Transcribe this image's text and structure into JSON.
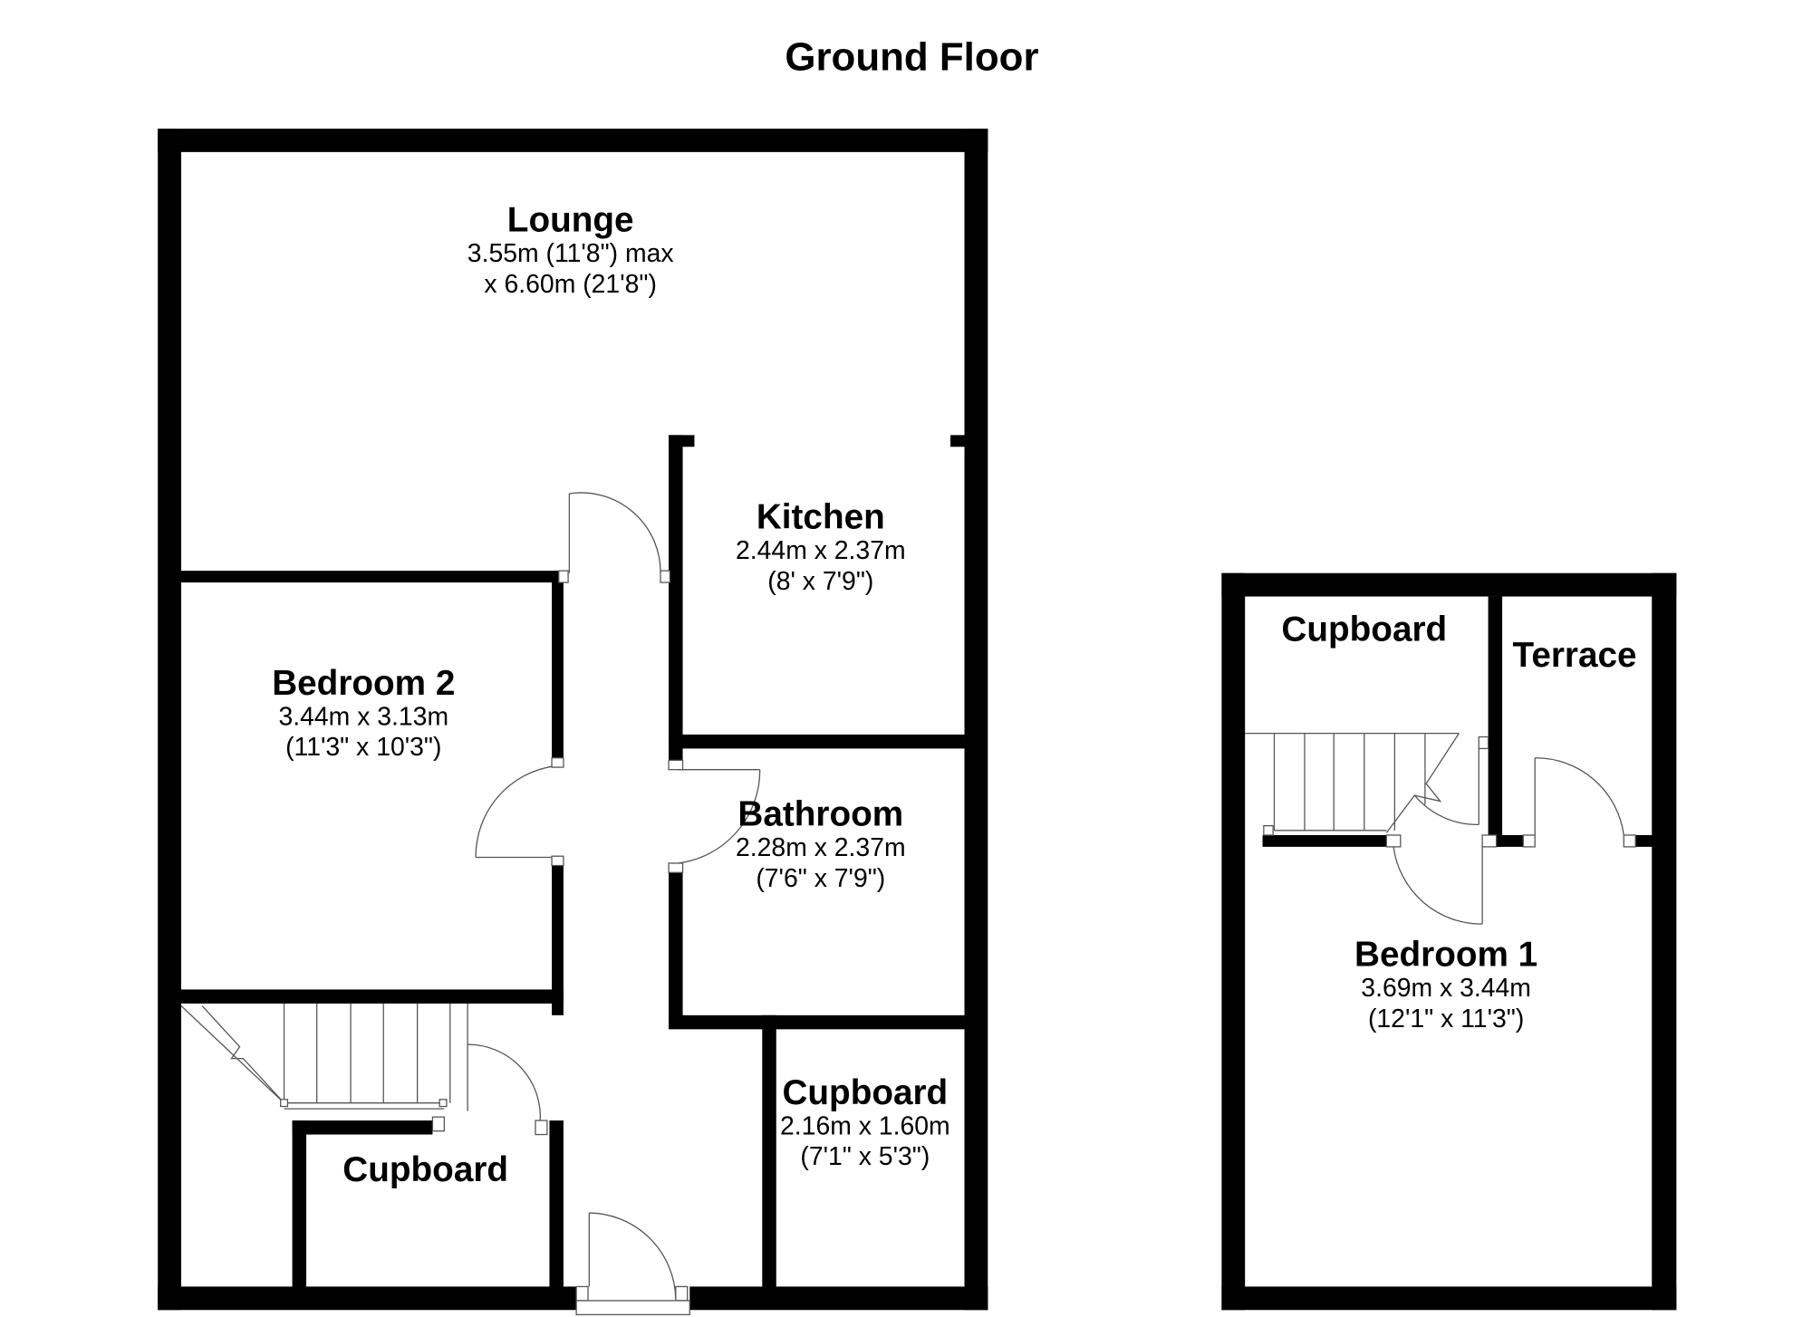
{
  "title": "Ground Floor",
  "rooms": {
    "lounge": {
      "name": "Lounge",
      "dim1": "3.55m (11'8\") max",
      "dim2": "x 6.60m (21'8\")"
    },
    "kitchen": {
      "name": "Kitchen",
      "dim1": "2.44m x 2.37m",
      "dim2": "(8' x 7'9\")"
    },
    "bedroom2": {
      "name": "Bedroom 2",
      "dim1": "3.44m x 3.13m",
      "dim2": "(11'3\" x 10'3\")"
    },
    "bathroom": {
      "name": "Bathroom",
      "dim1": "2.28m x 2.37m",
      "dim2": "(7'6\" x 7'9\")"
    },
    "cupboard_right": {
      "name": "Cupboard",
      "dim1": "2.16m x 1.60m",
      "dim2": "(7'1\" x 5'3\")"
    },
    "cupboard_left": {
      "name": "Cupboard"
    },
    "cupboard_annex": {
      "name": "Cupboard"
    },
    "terrace": {
      "name": "Terrace"
    },
    "bedroom1": {
      "name": "Bedroom 1",
      "dim1": "3.69m x 3.44m",
      "dim2": "(12'1\" x 11'3\")"
    }
  }
}
